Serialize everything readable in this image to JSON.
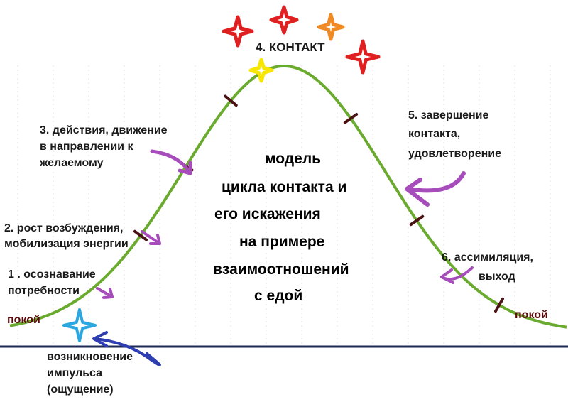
{
  "colors": {
    "curve": "#6aaa2e",
    "tick": "#4a1212",
    "baseline": "#1e2a55",
    "purple_arrow": "#a64dbb",
    "blue_arrow": "#2e3db0",
    "star_red": "#e02020",
    "star_orange": "#f08a24",
    "star_yellow": "#f7e600",
    "star_blue": "#29a7e0",
    "grid": "#e6e6e6"
  },
  "peak_label": "4. КОНТАКТ",
  "center_text": [
    "модель",
    "цикла контакта и",
    "его искажения",
    "на примере",
    "взаимоотношений",
    "с едой"
  ],
  "labels": {
    "stage1": [
      "1 . осознавание",
      "потребности"
    ],
    "stage2": [
      "2. рост возбуждения,",
      "мобилизация энергии"
    ],
    "stage3": [
      "3. действия, движение",
      "в направлении к",
      "желаемому"
    ],
    "stage5": [
      "5. завершение",
      "контакта,",
      "удовлетворение"
    ],
    "stage6": [
      "6. ассимиляция,",
      "выход"
    ],
    "rest_left": "покой",
    "rest_right": "покой",
    "impulse": [
      "возникновение",
      "импульса",
      "(ощущение)"
    ]
  }
}
